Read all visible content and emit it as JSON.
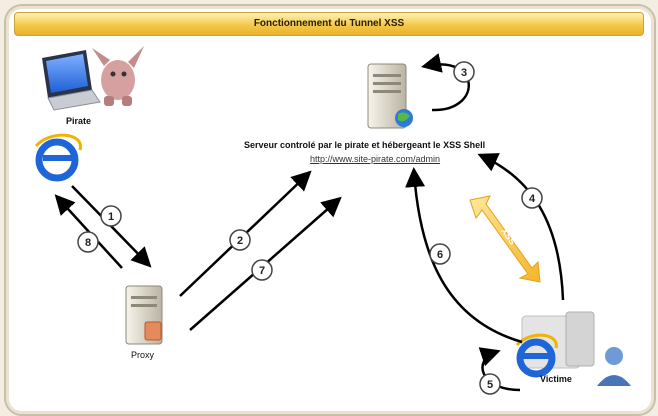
{
  "title": "Fonctionnement du Tunnel XSS",
  "nodes": {
    "pirate": "Pirate",
    "proxy": "Proxy",
    "victim": "Victime",
    "server_label": "Serveur controlé par le pirate et hébergeant le XSS Shell",
    "server_url": "http://www.site-pirate.com/admin"
  },
  "steps": [
    "1",
    "2",
    "3",
    "4",
    "5",
    "6",
    "7",
    "8"
  ],
  "xss_label": "XSS",
  "colors": {
    "title_bar": "#f5c84a",
    "arrow": "#000000",
    "step_circle": "#ffffff",
    "xss_arrow": "#f6c74c"
  },
  "icons": [
    "laptop-icon",
    "pirate-mascot-icon",
    "ie-browser-icon",
    "server-icon",
    "globe-icon",
    "user-icon"
  ]
}
